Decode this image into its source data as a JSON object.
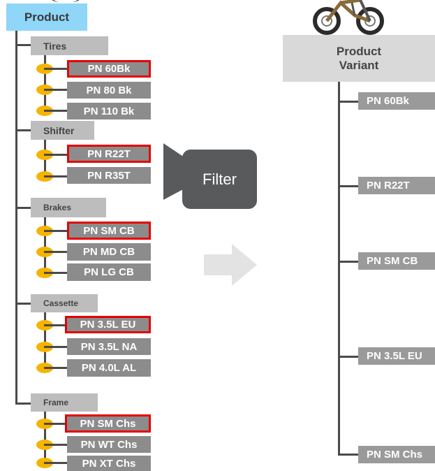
{
  "left": {
    "root": "Product",
    "groups": [
      {
        "label": "Tires",
        "parts": [
          "PN 60Bk",
          "PN 80 Bk",
          "PN 110 Bk"
        ]
      },
      {
        "label": "Shifter",
        "parts": [
          "PN R22T",
          "PN R35T"
        ]
      },
      {
        "label": "Brakes",
        "parts": [
          "PN SM CB",
          "PN MD CB",
          "PN LG CB"
        ]
      },
      {
        "label": "Cassette",
        "parts": [
          "PN 3.5L EU",
          "PN 3.5L NA",
          "PN 4.0L AL"
        ]
      },
      {
        "label": "Frame",
        "parts": [
          "PN SM Chs",
          "PN WT Chs",
          "PN XT Chs"
        ]
      }
    ],
    "selected_parts": [
      "PN 60Bk",
      "PN R22T",
      "PN SM CB",
      "PN 3.5L EU",
      "PN SM Chs"
    ]
  },
  "callout": {
    "label": "Filter"
  },
  "right": {
    "root_line1": "Product",
    "root_line2": "Variant",
    "parts": [
      "PN 60Bk",
      "PN R22T",
      "PN SM CB",
      "PN 3.5L EU",
      "PN SM Chs"
    ]
  },
  "colors": {
    "product_box": "#8fd6f8",
    "group_box": "#bdbdbd",
    "part_box": "#8c8c8c",
    "selected_border": "#e60000",
    "node_dot": "#f5b400",
    "callout": "#595a5c",
    "arrow": "#e3e3e3",
    "variant_box": "#d9d9d9"
  },
  "icons": [
    "bicycle-icon",
    "right-arrow-icon"
  ]
}
